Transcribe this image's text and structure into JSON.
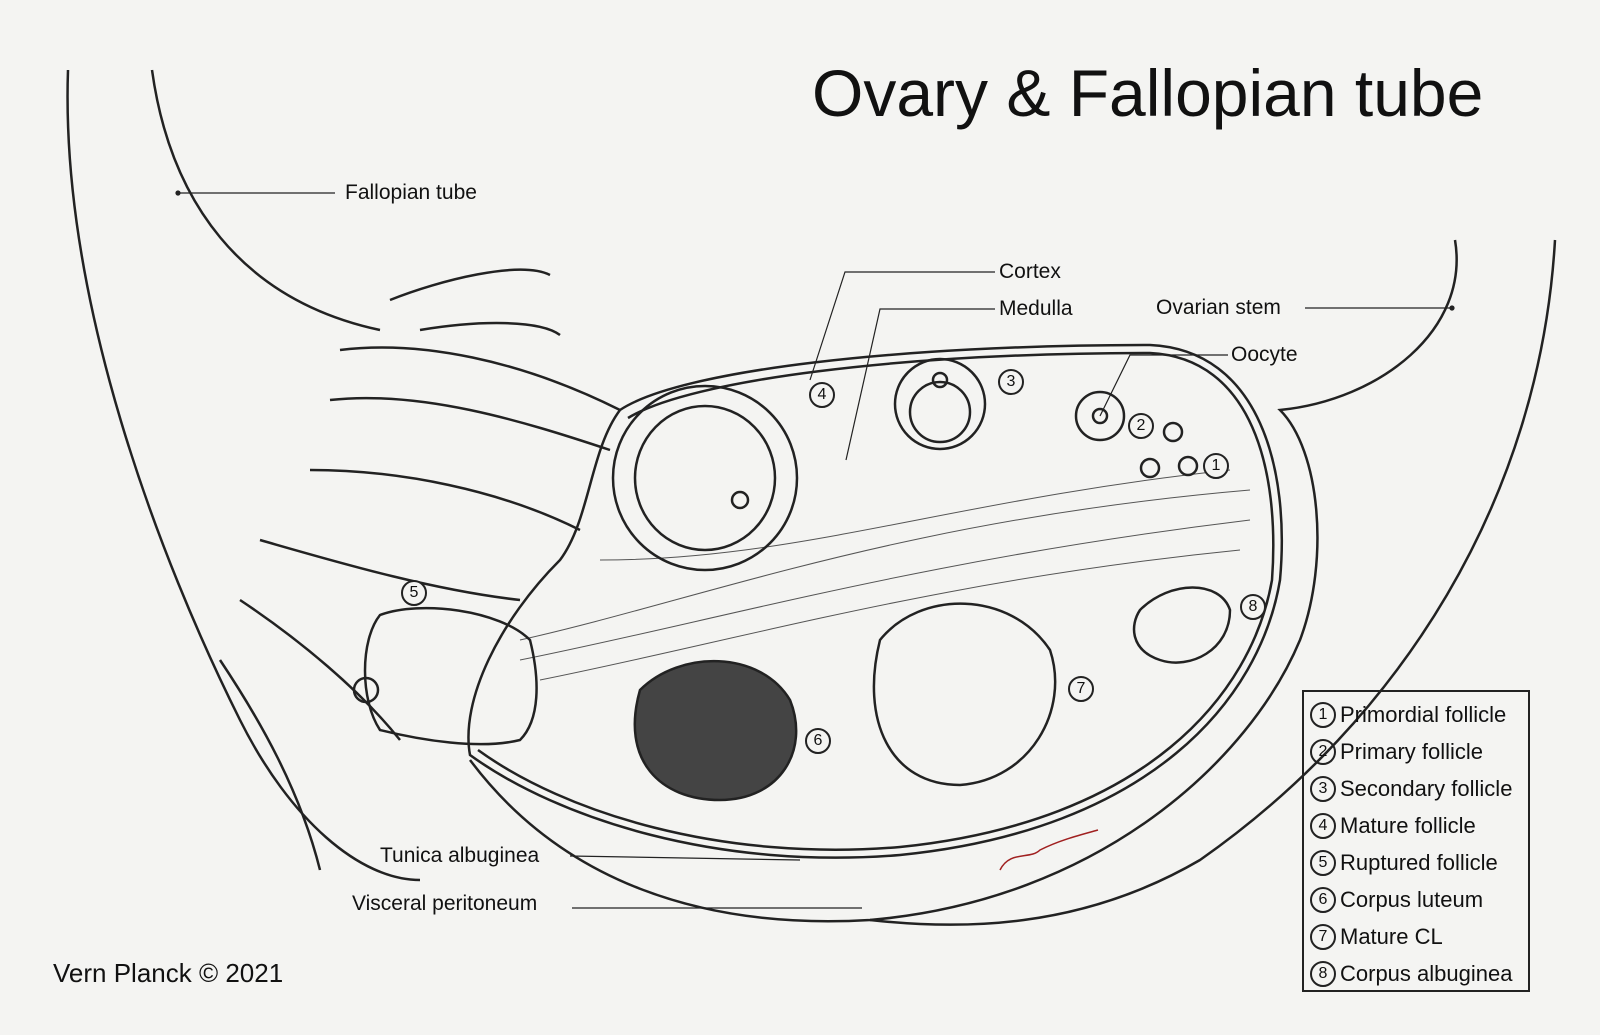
{
  "title": "Ovary & Fallopian tube",
  "labels": {
    "fallopian_tube": "Fallopian tube",
    "cortex": "Cortex",
    "medulla": "Medulla",
    "ovarian_stem": "Ovarian stem",
    "oocyte": "Oocyte",
    "tunica_albuginea": "Tunica albuginea",
    "visceral_peritoneum": "Visceral peritoneum"
  },
  "markers": [
    "1",
    "2",
    "3",
    "4",
    "5",
    "6",
    "7",
    "8"
  ],
  "legend": [
    {
      "n": "1",
      "label": "Primordial follicle"
    },
    {
      "n": "2",
      "label": "Primary follicle"
    },
    {
      "n": "3",
      "label": "Secondary follicle"
    },
    {
      "n": "4",
      "label": "Mature follicle"
    },
    {
      "n": "5",
      "label": "Ruptured follicle"
    },
    {
      "n": "6",
      "label": "Corpus luteum"
    },
    {
      "n": "7",
      "label": "Mature CL"
    },
    {
      "n": "8",
      "label": "Corpus albuginea"
    }
  ],
  "credit": "Vern Planck © 2021",
  "signature": "VernPlanck",
  "colors": {
    "ink": "#111111",
    "paper": "#f4f4f2",
    "signature": "#a02020"
  }
}
